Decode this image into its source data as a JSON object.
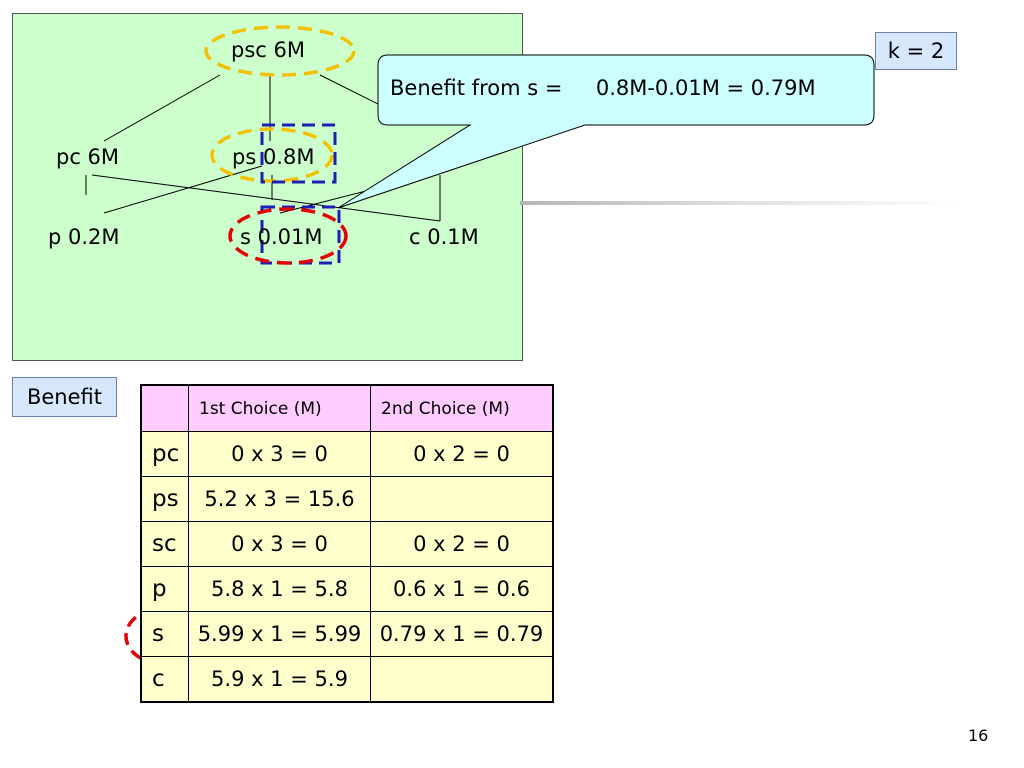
{
  "lattice": {
    "nodes": {
      "psc": "psc 6M",
      "pc": "pc 6M",
      "ps": "ps 0.8M",
      "p": "p 0.2M",
      "s": "s 0.01M",
      "c": "c 0.1M"
    }
  },
  "k_label": "k = 2",
  "callout": {
    "label": "Benefit from s =",
    "formula": "0.8M-0.01M = 0.79M"
  },
  "benefit_label": "Benefit",
  "table": {
    "headers": [
      "",
      "1st Choice (M)",
      "2nd Choice (M)"
    ],
    "rows": [
      {
        "label": "pc",
        "first": "0 x 3 = 0",
        "second": "0 x 2 = 0"
      },
      {
        "label": "ps",
        "first": "5.2 x 3 = 15.6",
        "second": ""
      },
      {
        "label": "sc",
        "first": "0 x 3 = 0",
        "second": "0 x 2 = 0"
      },
      {
        "label": "p",
        "first": "5.8 x 1 = 5.8",
        "second": "0.6 x 1 = 0.6"
      },
      {
        "label": "s",
        "first": "5.99 x 1 = 5.99",
        "second": "0.79 x 1 = 0.79"
      },
      {
        "label": "c",
        "first": "5.9 x 1 = 5.9",
        "second": ""
      }
    ]
  },
  "page_number": "16",
  "colors": {
    "panel_bg": "#ccffcc",
    "callout_bg": "#ccffff",
    "label_box_bg": "#d6e7fb",
    "header_bg": "#ffccff",
    "cell_bg": "#ffffcc",
    "yellow_mark": "#f2c200",
    "blue_mark": "#1f1fb8",
    "red_mark": "#e00000"
  }
}
